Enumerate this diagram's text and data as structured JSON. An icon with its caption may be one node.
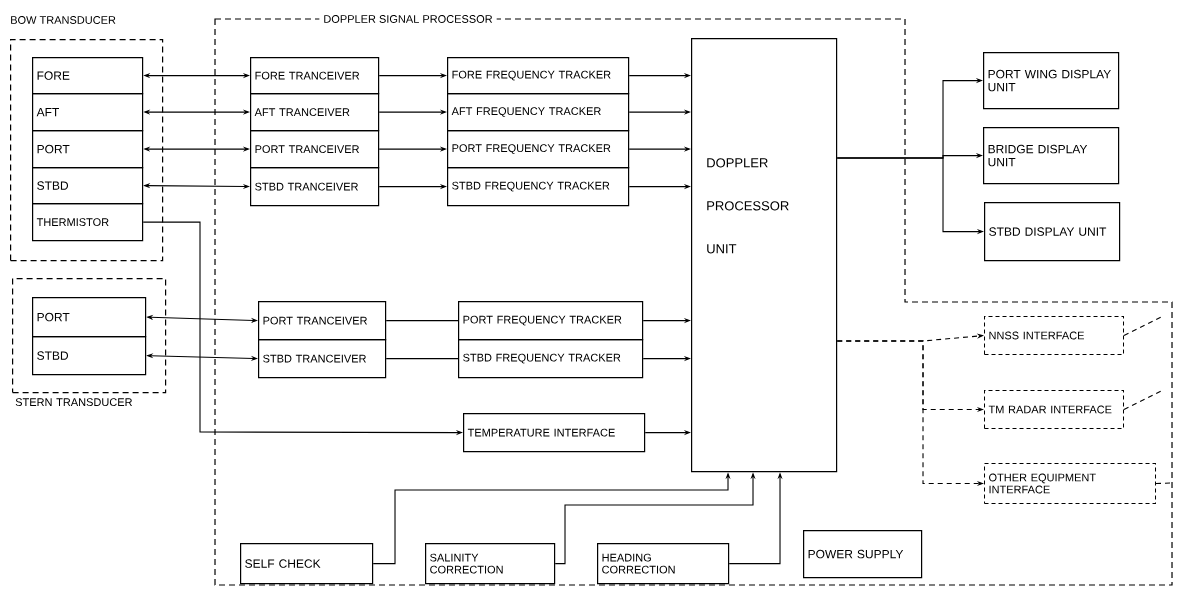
{
  "diagram": {
    "nodes": [
      {
        "text": [
          "BOW TRANSDUCER"
        ]
      },
      {
        "text": [
          "FORE"
        ],
        "in": 0
      },
      {
        "text": [
          "AFT"
        ],
        "in": 0
      },
      {
        "text": [
          "PORT"
        ],
        "in": 0
      },
      {
        "text": [
          "STBD"
        ],
        "in": 0
      },
      {
        "text": [
          "THERMISTOR"
        ],
        "in": 0
      },
      {
        "text": [
          "STERN TRANSDUCER"
        ]
      },
      {
        "text": [
          "PORT"
        ],
        "in": 6
      },
      {
        "text": [
          "STBD"
        ],
        "in": 6
      },
      {
        "text": [
          "DOPPLER SIGNAL PROCESSOR"
        ]
      },
      {
        "text": [
          "FORE TRANCEIVER"
        ],
        "in": 9
      },
      {
        "text": [
          "AFT TRANCEIVER"
        ],
        "in": 9
      },
      {
        "text": [
          "PORT TRANCEIVER"
        ],
        "in": 9
      },
      {
        "text": [
          "STBD TRANCEIVER"
        ],
        "in": 9
      },
      {
        "text": [
          "FORE FREQUENCY TRACKER"
        ],
        "in": 9
      },
      {
        "text": [
          "AFT FREQUENCY TRACKER"
        ],
        "in": 9
      },
      {
        "text": [
          "PORT FREQUENCY TRACKER"
        ],
        "in": 9
      },
      {
        "text": [
          "STBD FREQUENCY TRACKER"
        ],
        "in": 9
      },
      {
        "text": [
          "PORT TRANCEIVER"
        ],
        "in": 9
      },
      {
        "text": [
          "STBD TRANCEIVER"
        ],
        "in": 9
      },
      {
        "text": [
          "PORT FREQUENCY TRACKER"
        ],
        "in": 9
      },
      {
        "text": [
          "STBD FREQUENCY TRACKER"
        ],
        "in": 9
      },
      {
        "text": [
          "TEMPERATURE INTERFACE"
        ],
        "in": 9
      },
      {
        "text": [
          "DOPPLER PROCESSOR UNIT"
        ],
        "in": 9
      },
      {
        "text": [
          "SELF CHECK"
        ],
        "in": 9
      },
      {
        "text": [
          "SALINITY CORRECTION"
        ],
        "in": 9
      },
      {
        "text": [
          "HEADING CORRECTION"
        ],
        "in": 9
      },
      {
        "text": [
          "POWER SUPPLY"
        ],
        "in": 9
      },
      {
        "text": [
          "PORT WING DISPLAY UNIT"
        ]
      },
      {
        "text": [
          "BRIDGE DISPLAY UNIT"
        ]
      },
      {
        "text": [
          "STBD DISPLAY UNIT"
        ]
      },
      {
        "text": [
          "NNSS INTERFACE"
        ],
        "in": 9
      },
      {
        "text": [
          "TM RADAR INTERFACE"
        ],
        "in": 9
      },
      {
        "text": [
          "OTHER EQUIPMENT INTERFACE"
        ],
        "in": 9
      }
    ],
    "edges": [
      {
        "from": 1,
        "to": 10,
        "arrow": "both"
      },
      {
        "from": 2,
        "to": 11,
        "arrow": "both"
      },
      {
        "from": 3,
        "to": 12,
        "arrow": "both"
      },
      {
        "from": 4,
        "to": 13,
        "arrow": "both"
      },
      {
        "from": 7,
        "to": 18,
        "arrow": "both"
      },
      {
        "from": 8,
        "to": 19,
        "arrow": "both"
      },
      {
        "from": 10,
        "to": 14,
        "arrow": "to"
      },
      {
        "from": 11,
        "to": 15,
        "arrow": "to"
      },
      {
        "from": 12,
        "to": 16,
        "arrow": "to"
      },
      {
        "from": 13,
        "to": 17,
        "arrow": "to"
      },
      {
        "from": 18,
        "to": 20,
        "arrow": "none"
      },
      {
        "from": 19,
        "to": 21,
        "arrow": "none"
      },
      {
        "from": 14,
        "to": 23,
        "arrow": "to"
      },
      {
        "from": 15,
        "to": 23,
        "arrow": "to"
      },
      {
        "from": 16,
        "to": 23,
        "arrow": "to"
      },
      {
        "from": 17,
        "to": 23,
        "arrow": "to"
      },
      {
        "from": 20,
        "to": 23,
        "arrow": "to"
      },
      {
        "from": 21,
        "to": 23,
        "arrow": "to"
      },
      {
        "from": 5,
        "to": 22,
        "arrow": "to"
      },
      {
        "from": 22,
        "to": 23,
        "arrow": "to"
      },
      {
        "from": 24,
        "to": 23,
        "arrow": "to"
      },
      {
        "from": 25,
        "to": 23,
        "arrow": "to"
      },
      {
        "from": 26,
        "to": 23,
        "arrow": "to"
      },
      {
        "from": 23,
        "to": 28,
        "arrow": "to"
      },
      {
        "from": 23,
        "to": 29,
        "arrow": "to"
      },
      {
        "from": 23,
        "to": 30,
        "arrow": "to"
      },
      {
        "from": 23,
        "to": 31,
        "arrow": "to",
        "style": "dashed"
      },
      {
        "from": 23,
        "to": 32,
        "arrow": "to",
        "style": "dashed"
      },
      {
        "from": 23,
        "to": 33,
        "arrow": "to",
        "style": "dashed"
      },
      {
        "from": 31,
        "to": null,
        "arrow": "none",
        "style": "dashed"
      },
      {
        "from": 32,
        "to": null,
        "arrow": "none",
        "style": "dashed"
      },
      {
        "from": 33,
        "to": null,
        "arrow": "none",
        "style": "dashed"
      }
    ]
  }
}
